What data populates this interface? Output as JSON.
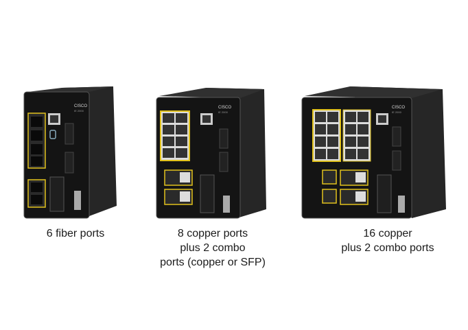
{
  "products": [
    {
      "caption_lines": [
        "6 fiber ports"
      ],
      "logo": "CISCO",
      "model": "IE 2000"
    },
    {
      "caption_lines": [
        "8 copper ports",
        "plus 2 combo",
        "ports (copper or SFP)"
      ],
      "logo": "CISCO",
      "model": "IE 2000"
    },
    {
      "caption_lines": [
        "16 copper",
        "plus 2 combo ports"
      ],
      "logo": "CISCO",
      "model": "IE 2000"
    }
  ],
  "colors": {
    "body": "#141414",
    "side": "#222222",
    "accent": "#e2c21c",
    "port": "#cfcfcf"
  }
}
